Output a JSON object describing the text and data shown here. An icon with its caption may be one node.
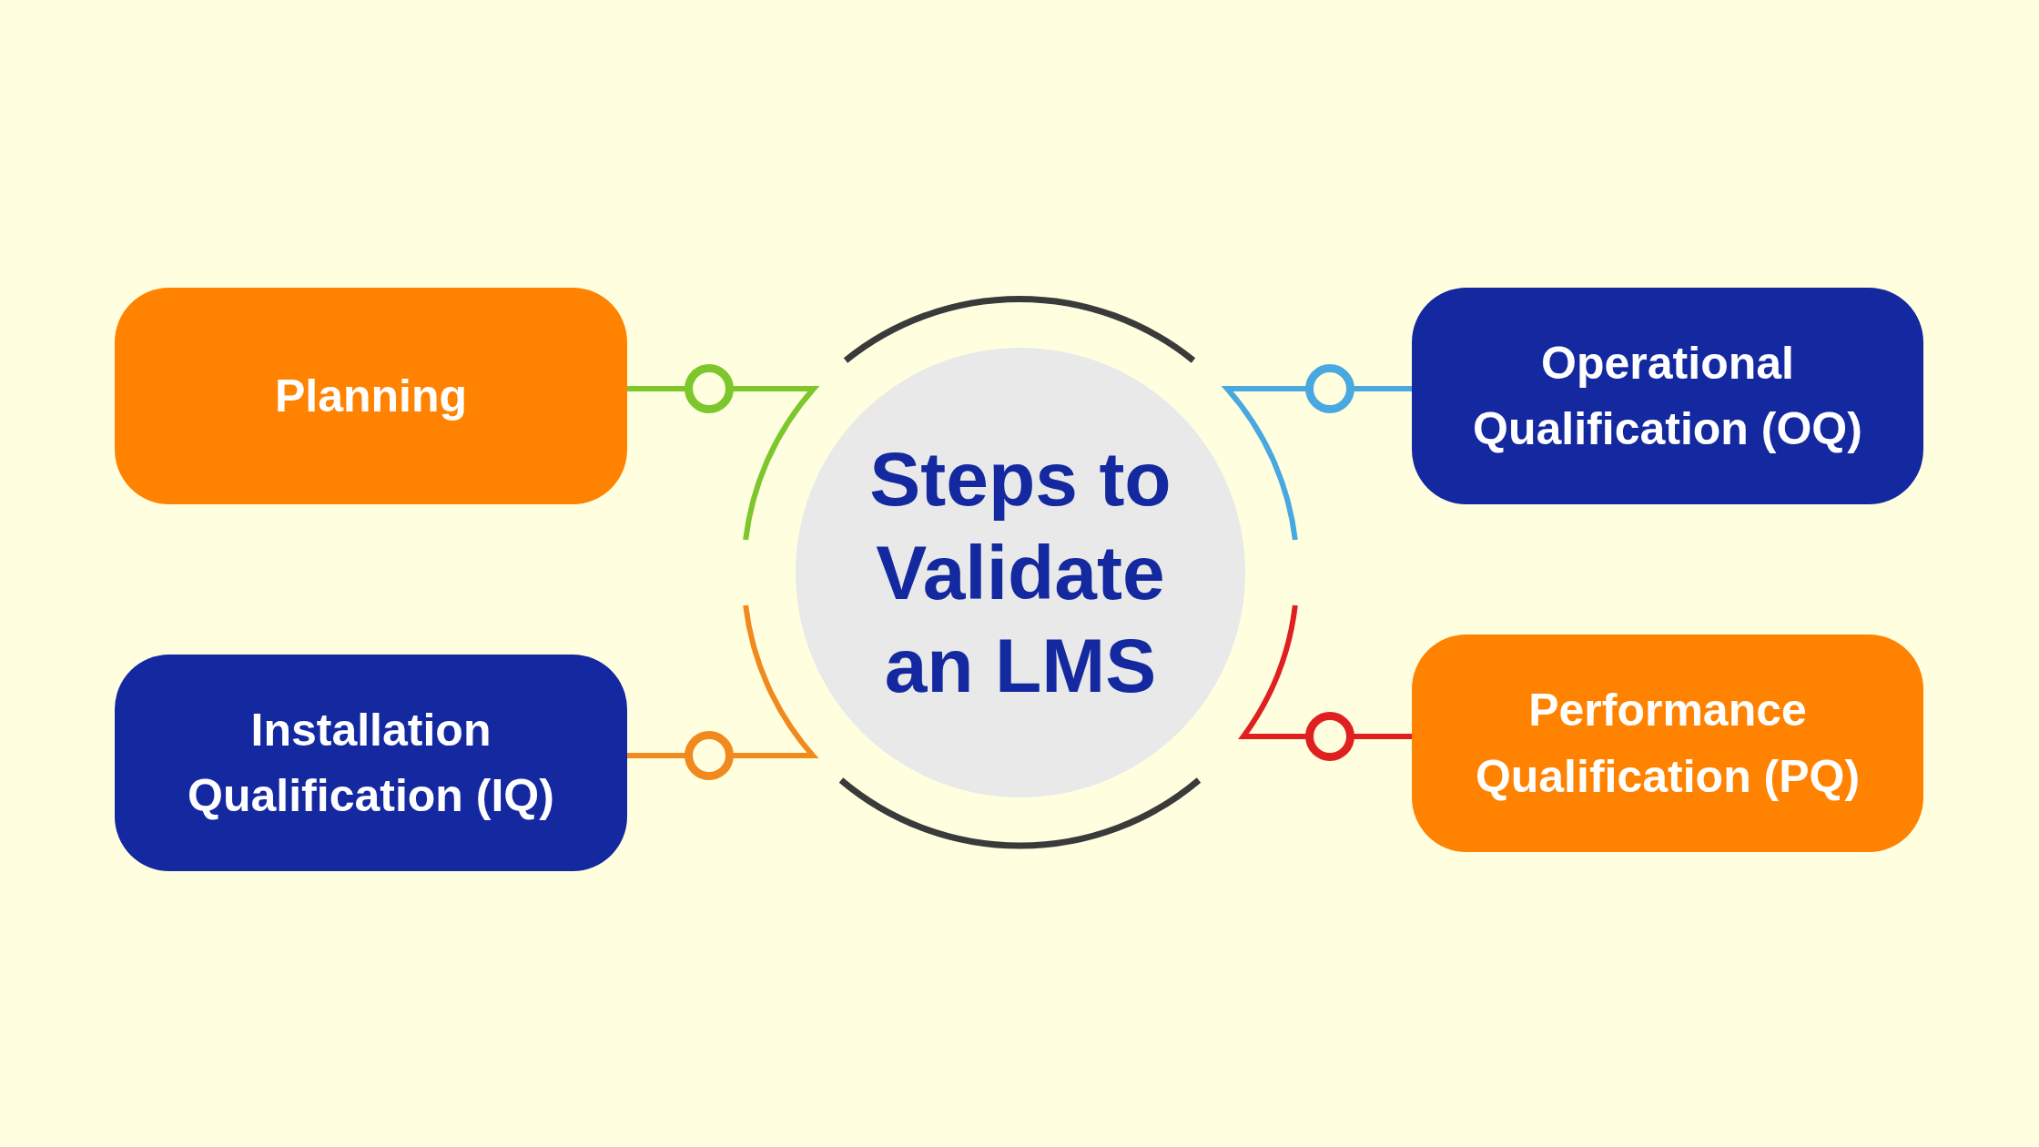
{
  "diagram": {
    "nodes": [
      {
        "text": [
          "Steps to Validate an LMS"
        ]
      },
      {
        "text": [
          "Planning"
        ]
      },
      {
        "text": [
          "Operational Qualification (OQ)"
        ]
      },
      {
        "text": [
          "Installation Qualification (IQ)"
        ]
      },
      {
        "text": [
          "Performance Qualification (PQ)"
        ]
      }
    ],
    "edges": [
      {
        "from": 0,
        "to": 1,
        "arrow": "other",
        "color": "#7dc62c"
      },
      {
        "from": 0,
        "to": 2,
        "arrow": "other",
        "color": "#4aa8e0"
      },
      {
        "from": 0,
        "to": 3,
        "arrow": "other",
        "color": "#f08a1e"
      },
      {
        "from": 0,
        "to": 4,
        "arrow": "other",
        "color": "#e02020"
      }
    ]
  }
}
